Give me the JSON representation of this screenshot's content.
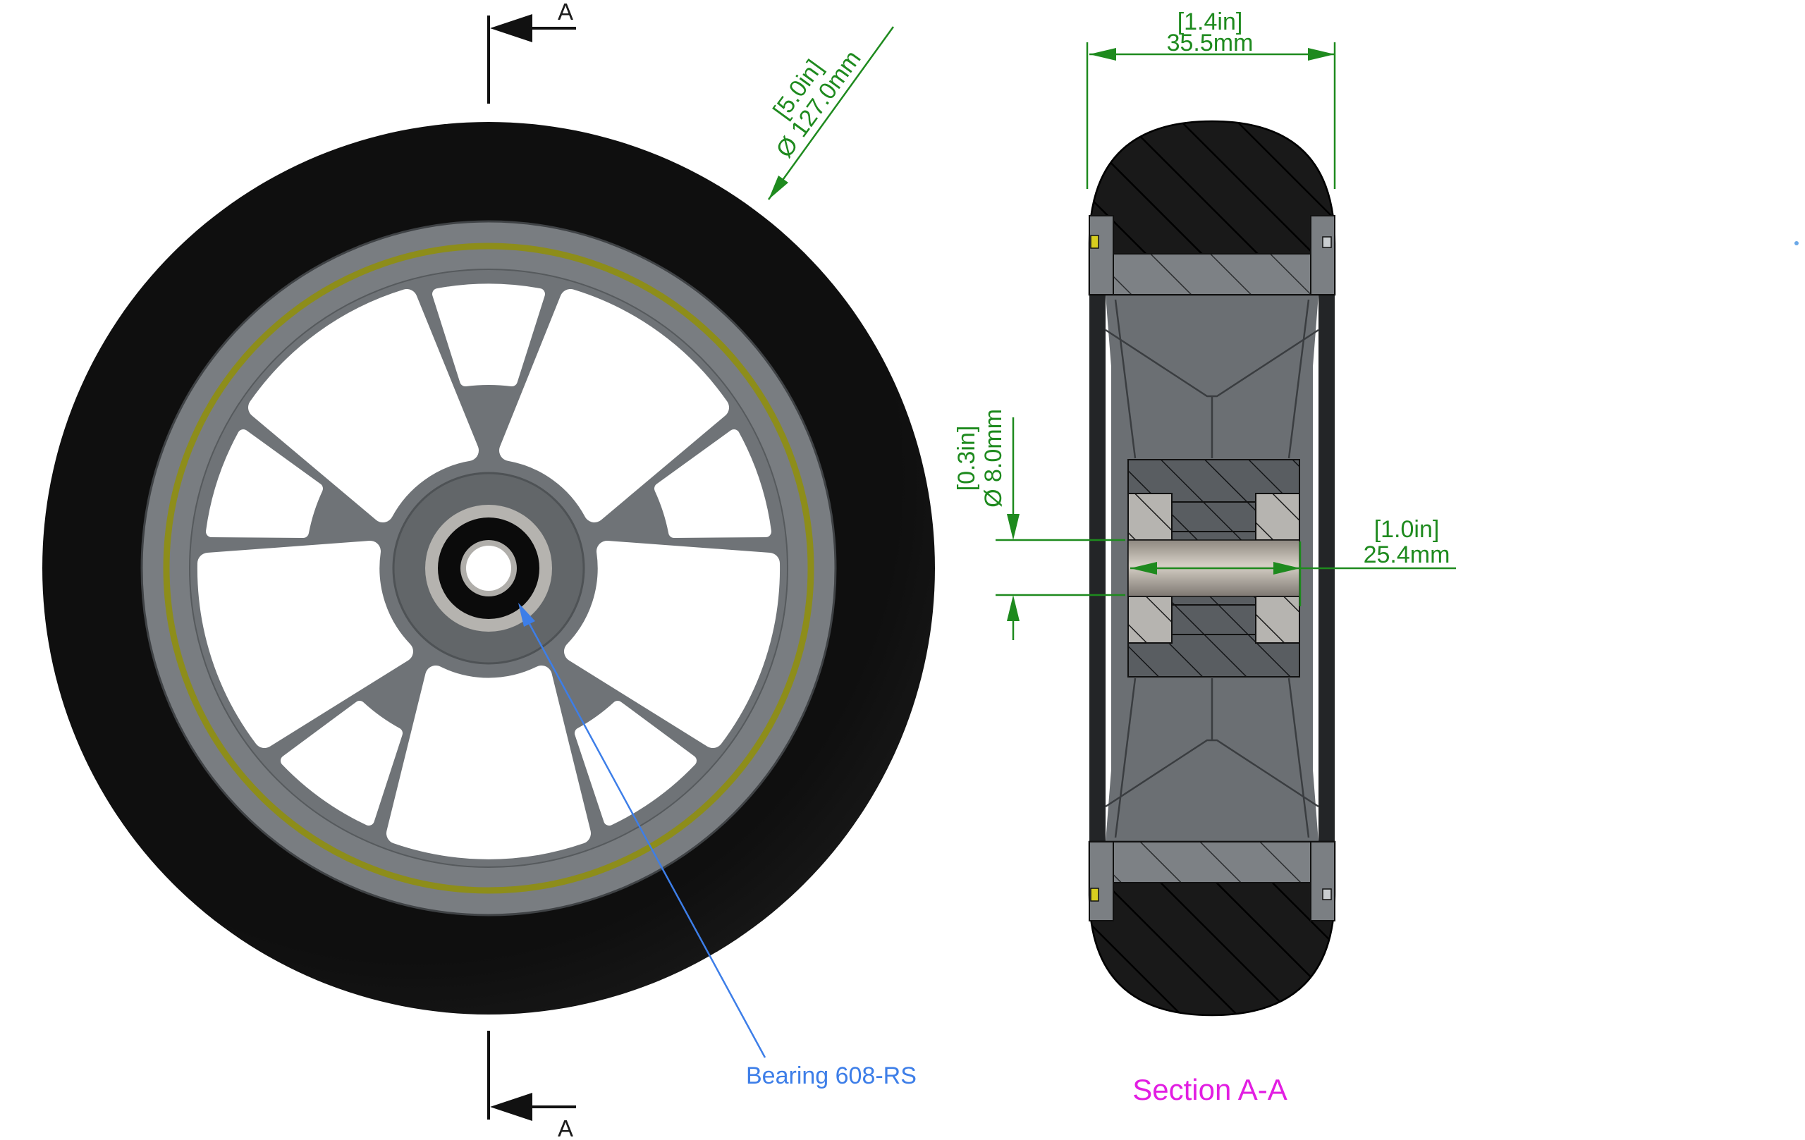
{
  "colors": {
    "dimension_green": "#1e8a1e",
    "callout_blue": "#3d7ee8",
    "section_title_magenta": "#e21ee2",
    "marker_black": "#1c1c1c",
    "pinstripe_olive": "#8d8d1a",
    "pinstripe_yellow_section": "#d8ce1f",
    "tire_black": "#161616",
    "rim_gray": "#75797d"
  },
  "section_markers": {
    "top_label": "A",
    "bottom_label": "A"
  },
  "front_view": {
    "diameter_dim": {
      "line1": "[5.0in]",
      "line2": "Ø 127.0mm"
    },
    "bearing_callout": "Bearing 608-RS"
  },
  "section_view": {
    "title": "Section A-A",
    "width_dim": {
      "line1": "[1.4in]",
      "line2": "35.5mm"
    },
    "bore_dim": {
      "line1": "[0.3in]",
      "line2": "Ø 8.0mm"
    },
    "hub_dim": {
      "line1": "[1.0in]",
      "line2": "25.4mm"
    }
  }
}
